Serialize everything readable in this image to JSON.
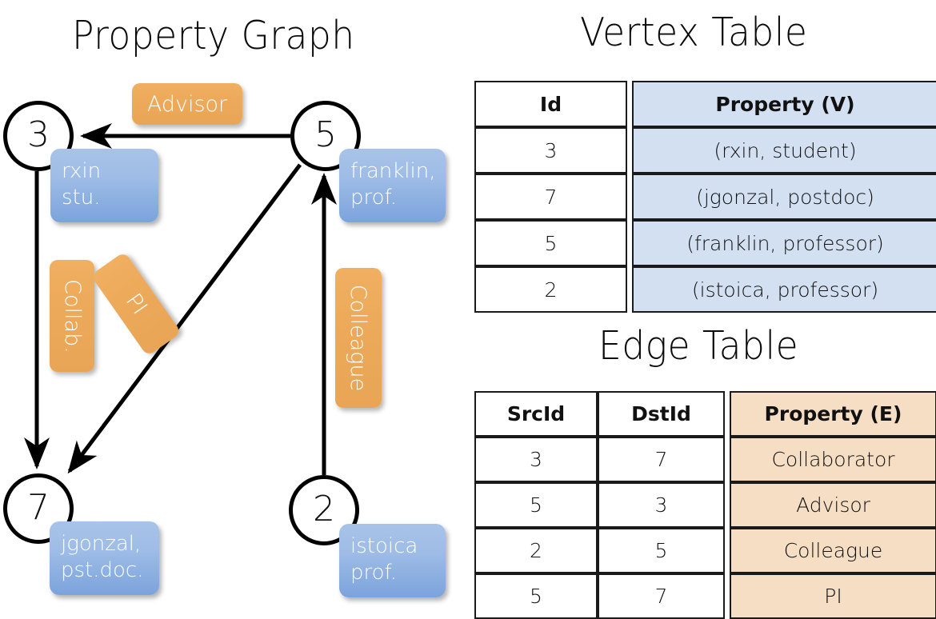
{
  "titles": {
    "property_graph": "Property Graph",
    "vertex_table": "Vertex Table",
    "edge_table": "Edge Table"
  },
  "graph": {
    "nodes": [
      {
        "id": "3",
        "property": "rxin\nstu."
      },
      {
        "id": "5",
        "property": "franklin,\nprof."
      },
      {
        "id": "7",
        "property": "jgonzal,\npst.doc."
      },
      {
        "id": "2",
        "property": "istoica\nprof."
      }
    ],
    "node_labels": {
      "n3": "3",
      "n5": "5",
      "n7": "7",
      "n2": "2"
    },
    "vertex_boxes": {
      "rxin_line1": "rxin",
      "rxin_line2": "stu.",
      "franklin_line1": "franklin,",
      "franklin_line2": "prof.",
      "jgonzal_line1": "jgonzal,",
      "jgonzal_line2": "pst.doc.",
      "istoica_line1": "istoica",
      "istoica_line2": "prof."
    },
    "edge_labels": {
      "advisor": "Advisor",
      "collab": "Collab.",
      "pi": "PI",
      "colleague": "Colleague"
    },
    "edges": [
      {
        "from": "5",
        "to": "3",
        "label": "Advisor"
      },
      {
        "from": "3",
        "to": "7",
        "label": "Collab."
      },
      {
        "from": "5",
        "to": "7",
        "label": "PI"
      },
      {
        "from": "2",
        "to": "5",
        "label": "Colleague"
      }
    ]
  },
  "vertex_table": {
    "headers": [
      "Id",
      "Property (V)"
    ],
    "rows": [
      {
        "id": "3",
        "property": "(rxin, student)"
      },
      {
        "id": "7",
        "property": "(jgonzal, postdoc)"
      },
      {
        "id": "5",
        "property": "(franklin, professor)"
      },
      {
        "id": "2",
        "property": "(istoica, professor)"
      }
    ]
  },
  "edge_table": {
    "headers": [
      "SrcId",
      "DstId",
      "Property (E)"
    ],
    "rows": [
      {
        "src": "3",
        "dst": "7",
        "property": "Collaborator"
      },
      {
        "src": "5",
        "dst": "3",
        "property": "Advisor"
      },
      {
        "src": "2",
        "dst": "5",
        "property": "Colleague"
      },
      {
        "src": "5",
        "dst": "7",
        "property": "PI"
      }
    ]
  },
  "colors": {
    "vertex_property_fill": "#d3e0f2",
    "edge_property_fill": "#f6dec4",
    "vertex_box_blue": "#8eb3e3",
    "edge_label_orange": "#eda857",
    "stroke": "#000000"
  }
}
